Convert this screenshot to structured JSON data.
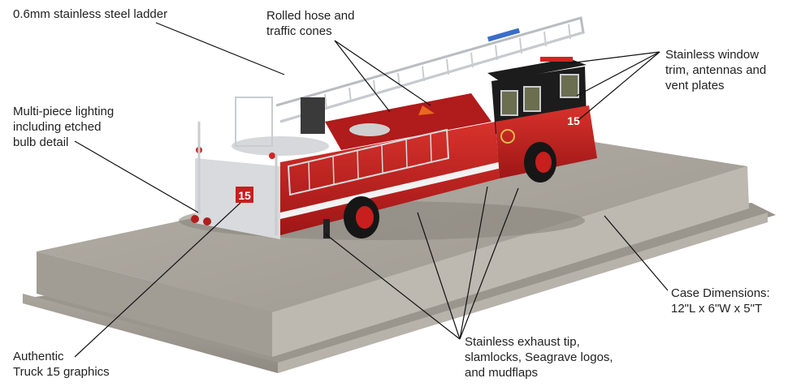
{
  "callouts": {
    "ladder": [
      "0.6mm stainless steel ladder"
    ],
    "hose": [
      "Rolled hose and",
      "traffic cones"
    ],
    "window": [
      "Stainless window",
      "trim, antennas and",
      "vent plates"
    ],
    "lighting": [
      "Multi-piece lighting",
      "including etched",
      "bulb detail"
    ],
    "case": [
      "Case Dimensions:",
      "12\"L x 6\"W x 5\"T"
    ],
    "graphics": [
      "Authentic",
      "Truck 15 graphics"
    ],
    "exhaust": [
      "Stainless exhaust tip,",
      "slamlocks, Seagrave logos,",
      "and mudflaps"
    ]
  },
  "truck": {
    "rear_number": "15",
    "cab_number": "15"
  },
  "colors": {
    "body_red": "#c81e1e",
    "dark_red": "#8e1212",
    "cab_black": "#1c1c1c",
    "case_gray": "#a8a39b",
    "chrome": "#c9ccd0",
    "stripe": "#f2f2f2"
  }
}
